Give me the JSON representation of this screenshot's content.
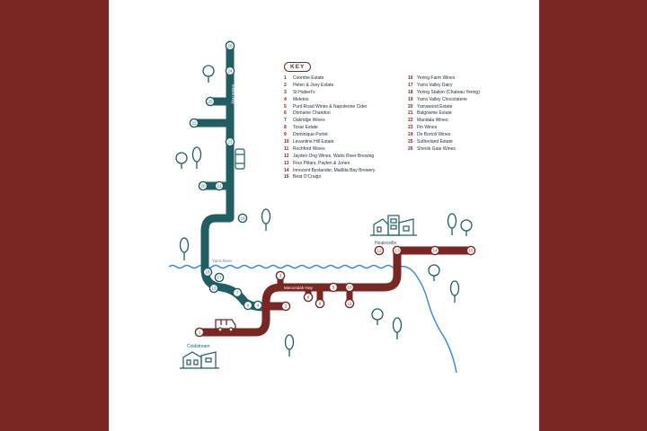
{
  "colors": {
    "frame": "#7a2622",
    "panel": "#ffffff",
    "teal": "#1f5e63",
    "maroon": "#7a2622",
    "river": "#3b8dd6"
  },
  "legend": {
    "title": "KEY",
    "entries": [
      {
        "num": "1",
        "name": "Coombe Estate"
      },
      {
        "num": "2",
        "name": "Helen & Joey Estate"
      },
      {
        "num": "3",
        "name": "St Hubert's"
      },
      {
        "num": "4",
        "name": "Meletos"
      },
      {
        "num": "5",
        "name": "Punt Road Wines & Napoleone Cider"
      },
      {
        "num": "6",
        "name": "Domaine Chandon"
      },
      {
        "num": "7",
        "name": "Oakridge Wines"
      },
      {
        "num": "8",
        "name": "Toxar Estate"
      },
      {
        "num": "9",
        "name": "Dominique Portet"
      },
      {
        "num": "10",
        "name": "Levantine Hill Estate"
      },
      {
        "num": "11",
        "name": "Rochford Wines"
      },
      {
        "num": "12",
        "name": "Jayden Ong Wines, Watts River Brewing"
      },
      {
        "num": "13",
        "name": "Four Pillars, Payten & Jones"
      },
      {
        "num": "14",
        "name": "Innocent Bystander, Matilda Bay Brewery"
      },
      {
        "num": "15",
        "name": "Beat O'Craigo"
      },
      {
        "num": "16",
        "name": "Yering Farm Wines"
      },
      {
        "num": "17",
        "name": "Yarra Valley Dairy"
      },
      {
        "num": "18",
        "name": "Yering Station (Chateau Yering)"
      },
      {
        "num": "19",
        "name": "Yarra Valley Chocolaterie"
      },
      {
        "num": "20",
        "name": "Yarrawood Estate"
      },
      {
        "num": "21",
        "name": "Balgownie Estate"
      },
      {
        "num": "22",
        "name": "Mandala Wines"
      },
      {
        "num": "23",
        "name": "Fin Wines"
      },
      {
        "num": "24",
        "name": "De Bortoli Wines"
      },
      {
        "num": "25",
        "name": "Sutherland Estate"
      },
      {
        "num": "26",
        "name": "Sheols Gate Wines"
      }
    ]
  },
  "places": {
    "coldstream": "Coldstream",
    "healesville": "Healesville",
    "yarra_river": "Yarra River",
    "melba_hwy": "Melba Hwy",
    "maroondah_hwy": "Maroondah Hwy"
  },
  "stops": [
    {
      "num": "26",
      "route": "teal"
    },
    {
      "num": "24",
      "route": "teal"
    },
    {
      "num": "25",
      "route": "teal"
    },
    {
      "num": "22",
      "route": "teal"
    },
    {
      "num": "23",
      "route": "teal"
    },
    {
      "num": "20",
      "route": "teal"
    },
    {
      "num": "21",
      "route": "teal"
    },
    {
      "num": "19",
      "route": "teal"
    },
    {
      "num": "18",
      "route": "teal"
    },
    {
      "num": "17",
      "route": "teal"
    },
    {
      "num": "16",
      "route": "teal"
    },
    {
      "num": "7",
      "route": "teal"
    },
    {
      "num": "6",
      "route": "teal"
    },
    {
      "num": "4",
      "route": "teal"
    },
    {
      "num": "3",
      "route": "maroon"
    },
    {
      "num": "2",
      "route": "maroon"
    },
    {
      "num": "1",
      "route": "maroon"
    },
    {
      "num": "5",
      "route": "maroon"
    },
    {
      "num": "8",
      "route": "maroon"
    },
    {
      "num": "9",
      "route": "maroon"
    },
    {
      "num": "10",
      "route": "maroon"
    },
    {
      "num": "11",
      "route": "maroon"
    },
    {
      "num": "12",
      "route": "maroon"
    },
    {
      "num": "13",
      "route": "maroon"
    },
    {
      "num": "14",
      "route": "maroon"
    },
    {
      "num": "15",
      "route": "maroon"
    }
  ]
}
